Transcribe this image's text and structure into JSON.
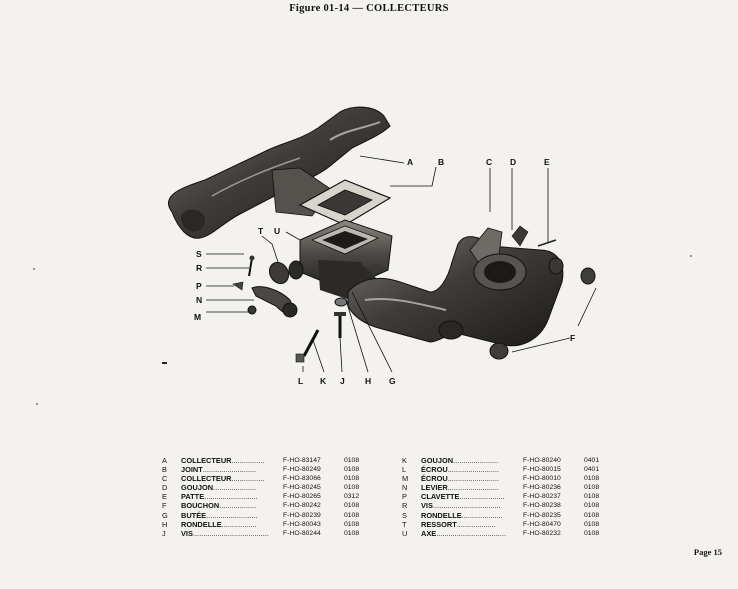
{
  "header": {
    "title": "Figure 01-14 — COLLECTEURS"
  },
  "figure": {
    "callouts": {
      "A": "A",
      "B": "B",
      "C": "C",
      "D": "D",
      "E": "E",
      "S": "S",
      "T": "T",
      "U": "U",
      "R": "R",
      "P": "P",
      "N": "N",
      "M": "M",
      "F": "F",
      "L": "L",
      "K": "K",
      "J": "J",
      "H": "H",
      "G": "G"
    }
  },
  "parts_list": {
    "left": [
      {
        "letter": "A",
        "name": "COLLECTEUR",
        "ref": "F-HO-83147",
        "code": "0108"
      },
      {
        "letter": "B",
        "name": "JOINT",
        "ref": "F-HO-80249",
        "code": "0108"
      },
      {
        "letter": "C",
        "name": "COLLECTEUR",
        "ref": "F-HO-83066",
        "code": "0108"
      },
      {
        "letter": "D",
        "name": "GOUJON",
        "ref": "F-HO-80245",
        "code": "0108"
      },
      {
        "letter": "E",
        "name": "PATTE",
        "ref": "F-HO-80265",
        "code": "0312"
      },
      {
        "letter": "F",
        "name": "BOUCHON",
        "ref": "F-HO-80242",
        "code": "0108"
      },
      {
        "letter": "G",
        "name": "BUTÉE",
        "ref": "F-HO-80239",
        "code": "0108"
      },
      {
        "letter": "H",
        "name": "RONDELLE",
        "ref": "F-HO-80043",
        "code": "0108"
      },
      {
        "letter": "J",
        "name": "VIS",
        "ref": "F-HO-80244",
        "code": "0108"
      }
    ],
    "right": [
      {
        "letter": "K",
        "name": "GOUJON",
        "ref": "F-HO-80240",
        "code": "0401"
      },
      {
        "letter": "L",
        "name": "ÉCROU",
        "ref": "F-HO-80015",
        "code": "0401"
      },
      {
        "letter": "M",
        "name": "ÉCROU",
        "ref": "F-HO-80010",
        "code": "0108"
      },
      {
        "letter": "N",
        "name": "LEVIER",
        "ref": "F-HO-80236",
        "code": "0108"
      },
      {
        "letter": "P",
        "name": "CLAVETTE",
        "ref": "F-HO-80237",
        "code": "0108"
      },
      {
        "letter": "R",
        "name": "VIS",
        "ref": "F-HO-80238",
        "code": "0108"
      },
      {
        "letter": "S",
        "name": "RONDELLE",
        "ref": "F-HO-80235",
        "code": "0108"
      },
      {
        "letter": "T",
        "name": "RESSORT",
        "ref": "F-HO-80470",
        "code": "0108"
      },
      {
        "letter": "U",
        "name": "AXE",
        "ref": "F-HO-80232",
        "code": "0108"
      }
    ]
  },
  "footer": {
    "page": "Page 15"
  }
}
